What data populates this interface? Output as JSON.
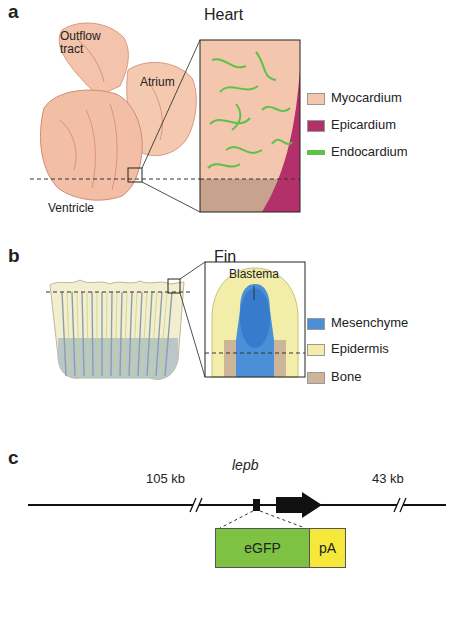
{
  "diagram": {
    "nodes": [
      {
        "text": [
          "eGFP"
        ]
      },
      {
        "text": [
          "pA"
        ]
      }
    ],
    "labels": [
      "a",
      "Heart",
      "Outflow tract",
      "Atrium",
      "Ventricle",
      "b",
      "Fin",
      "Blastema",
      "c",
      "105 kb",
      "lepb",
      "43 kb"
    ],
    "legend": [
      {
        "text": "Myocardium",
        "color": "#f4c6ae"
      },
      {
        "text": "Epicardium",
        "color": "#b3306b"
      },
      {
        "text": "Endocardium",
        "color": "#5cc24a"
      },
      {
        "text": "Mesenchyme",
        "color": "#4a8fd8"
      },
      {
        "text": "Epidermis",
        "color": "#f2eeaa"
      },
      {
        "text": "Bone",
        "color": "#cdb59a"
      }
    ]
  }
}
